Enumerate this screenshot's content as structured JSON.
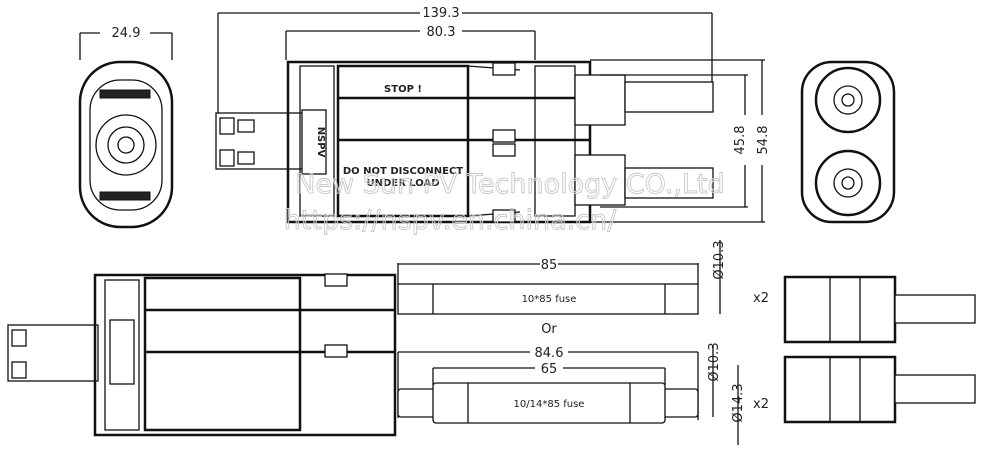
{
  "dimensions": {
    "front_width": "24.9",
    "overall_length": "139.3",
    "body_length": "80.3",
    "inner_height": "45.8",
    "outer_height": "54.8",
    "fuse1_length": "85",
    "fuse1_diameter": "Ø10.3",
    "fuse2_length": "84.6",
    "fuse2_inner_length": "65",
    "fuse2_diameter_small": "Ø10.3",
    "fuse2_diameter_large": "Ø14.3"
  },
  "labels": {
    "stop": "STOP !",
    "fuse1": "10*85 fuse",
    "fuse2": "10/14*85 fuse",
    "or": "Or",
    "qty1": "x2",
    "qty2": "x2",
    "warning_line1": "DO NOT DISCONNECT",
    "warning_line2": "UNDER LOAD"
  },
  "logo": "NSPV",
  "watermark": {
    "company": "New Sun PV Technology CO.,Ltd",
    "url": "https://nspv.en.china.cn/"
  }
}
